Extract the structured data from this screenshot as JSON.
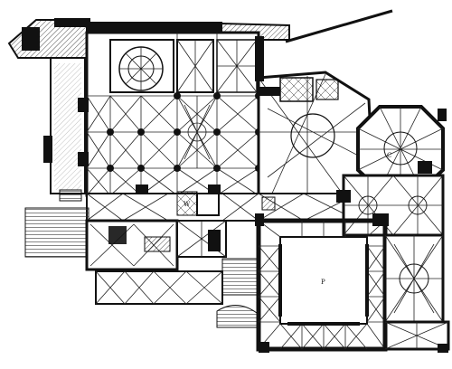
{
  "diagram": {
    "kind": "architectural-floor-plan",
    "style": "black-and-white ink engraving",
    "colors": {
      "ink": "#111111",
      "paper": "#ffffff"
    },
    "labels": {
      "chapel_label": "C",
      "room_label": "W",
      "cloister_label": "P"
    }
  }
}
